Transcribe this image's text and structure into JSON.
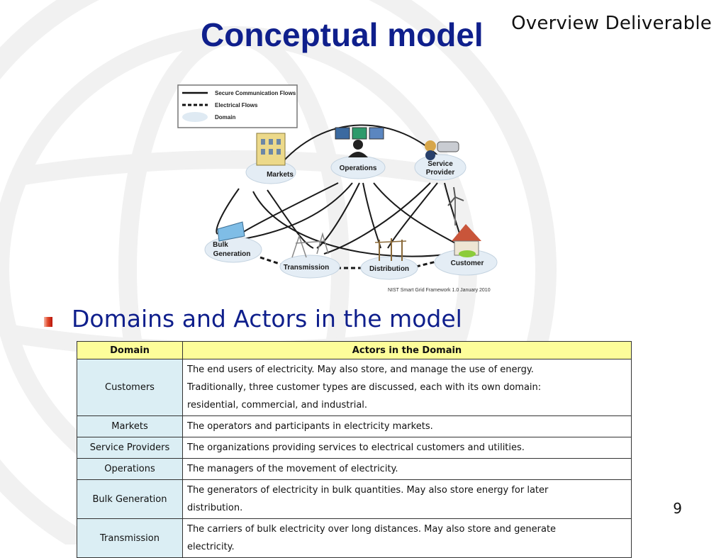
{
  "header": {
    "title": "Conceptual model",
    "subtitle_right": "Overview Deliverable"
  },
  "diagram": {
    "legend": [
      {
        "label": "Secure Communication Flows",
        "style": "solid"
      },
      {
        "label": "Electrical Flows",
        "style": "dashed"
      },
      {
        "label": "Domain",
        "style": "cloud"
      }
    ],
    "nodes": {
      "markets": "Markets",
      "operations": "Operations",
      "service_provider_line1": "Service",
      "service_provider_line2": "Provider",
      "bulk_line1": "Bulk",
      "bulk_line2": "Generation",
      "transmission": "Transmission",
      "distribution": "Distribution",
      "customer": "Customer"
    },
    "caption": "NIST Smart Grid Framework 1.0 January 2010"
  },
  "section": {
    "heading": "Domains and Actors in the model"
  },
  "table": {
    "col_domain": "Domain",
    "col_actors": "Actors in the Domain",
    "rows": [
      {
        "domain": "Customers",
        "line1": "The end users of electricity. May also store, and manage the use of energy.",
        "line2": "Traditionally, three customer types are discussed, each with its own domain:",
        "line3": "residential, commercial, and industrial."
      },
      {
        "domain": "Markets",
        "line1": "The operators and participants in electricity markets."
      },
      {
        "domain": "Service Providers",
        "line1": "The organizations providing services to electrical customers and utilities."
      },
      {
        "domain": "Operations",
        "line1": "The managers of the movement of electricity."
      },
      {
        "domain": "Bulk Generation",
        "line1": "The generators of electricity in bulk quantities. May also store energy for later",
        "line2": "distribution."
      },
      {
        "domain": "Transmission",
        "line1": "The carriers of bulk electricity over long distances. May also store and generate",
        "line2": "electricity."
      }
    ]
  },
  "footer": {
    "page_number": "9"
  },
  "colors": {
    "title_blue": "#0f1f8c",
    "header_yellow": "#fdfd9a",
    "domain_cell_blue": "#dbeef4",
    "bullet_red": "#d23a22"
  }
}
